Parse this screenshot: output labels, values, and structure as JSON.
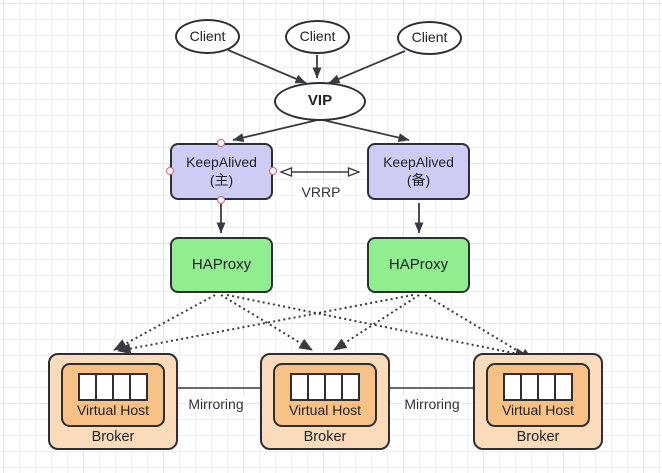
{
  "diagram": {
    "clients": [
      {
        "label": "Client"
      },
      {
        "label": "Client"
      },
      {
        "label": "Client"
      }
    ],
    "vip": {
      "label": "VIP"
    },
    "keepalived_primary": {
      "title": "KeepAlived",
      "subtitle": "(主)"
    },
    "keepalived_backup": {
      "title": "KeepAlived",
      "subtitle": "(备)"
    },
    "vrrp_label": "VRRP",
    "haproxy_left": {
      "label": "HAProxy"
    },
    "haproxy_right": {
      "label": "HAProxy"
    },
    "brokers": [
      {
        "virtual_host_label": "Virtual Host",
        "broker_label": "Broker",
        "queue_cells": 4
      },
      {
        "virtual_host_label": "Virtual Host",
        "broker_label": "Broker",
        "queue_cells": 4
      },
      {
        "virtual_host_label": "Virtual Host",
        "broker_label": "Broker",
        "queue_cells": 4
      }
    ],
    "mirroring_labels": [
      "Mirroring",
      "Mirroring"
    ],
    "colors": {
      "keepalived_fill": "#ccccf5",
      "haproxy_fill": "#90ed90",
      "broker_fill": "#fbdcba",
      "virtual_host_fill": "#f8c185",
      "connection_point": "#d9626e",
      "edge_label": "#30303e",
      "text": "#222228"
    }
  }
}
